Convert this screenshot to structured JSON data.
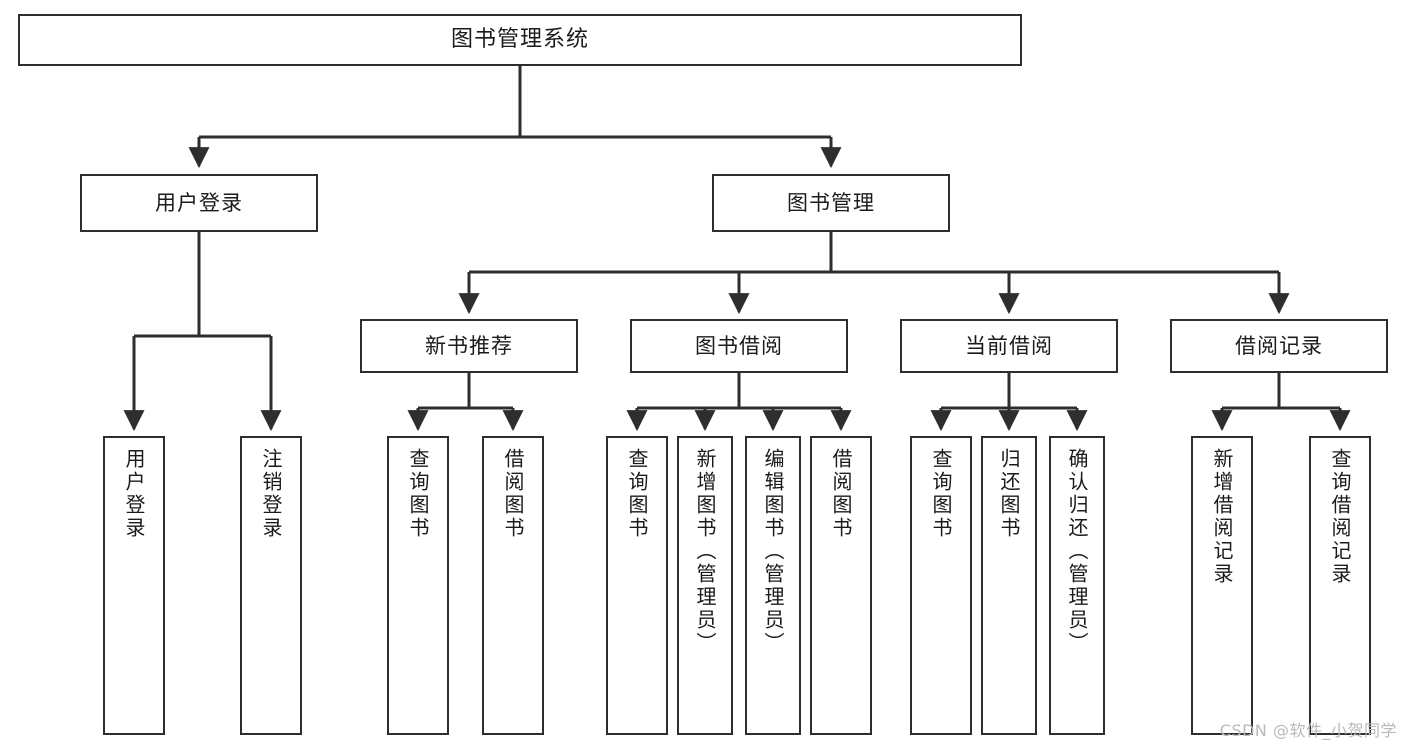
{
  "diagram": {
    "title": "图书管理系统",
    "type": "hierarchy-tree",
    "orientation": "top-down",
    "colors": {
      "stroke": "#2e2e2e",
      "fill": "#ffffff",
      "text": "#1b1b1b",
      "watermark": "#b9b9b9"
    },
    "levels": {
      "level0": "系统",
      "level1": "模块",
      "level2": "子模块",
      "level3": "功能"
    }
  },
  "nodes": {
    "root": {
      "label": "图书管理系统"
    },
    "level1": [
      {
        "label": "用户登录"
      },
      {
        "label": "图书管理"
      }
    ],
    "level2": [
      {
        "label": "新书推荐"
      },
      {
        "label": "图书借阅"
      },
      {
        "label": "当前借阅"
      },
      {
        "label": "借阅记录"
      }
    ],
    "leaves": {
      "user_login": [
        {
          "label": "用户登录"
        },
        {
          "label": "注销登录"
        }
      ],
      "new_book_recommend": [
        {
          "label": "查询图书"
        },
        {
          "label": "借阅图书"
        }
      ],
      "book_borrow": [
        {
          "label": "查询图书"
        },
        {
          "label": "新增图书（管理员）"
        },
        {
          "label": "编辑图书（管理员）"
        },
        {
          "label": "借阅图书"
        }
      ],
      "current_borrow": [
        {
          "label": "查询图书"
        },
        {
          "label": "归还图书"
        },
        {
          "label": "确认归还（管理员）"
        }
      ],
      "borrow_records": [
        {
          "label": "新增借阅记录"
        },
        {
          "label": "查询借阅记录"
        }
      ]
    }
  },
  "watermark": {
    "text": "CSDN @软件_小贺同学"
  }
}
